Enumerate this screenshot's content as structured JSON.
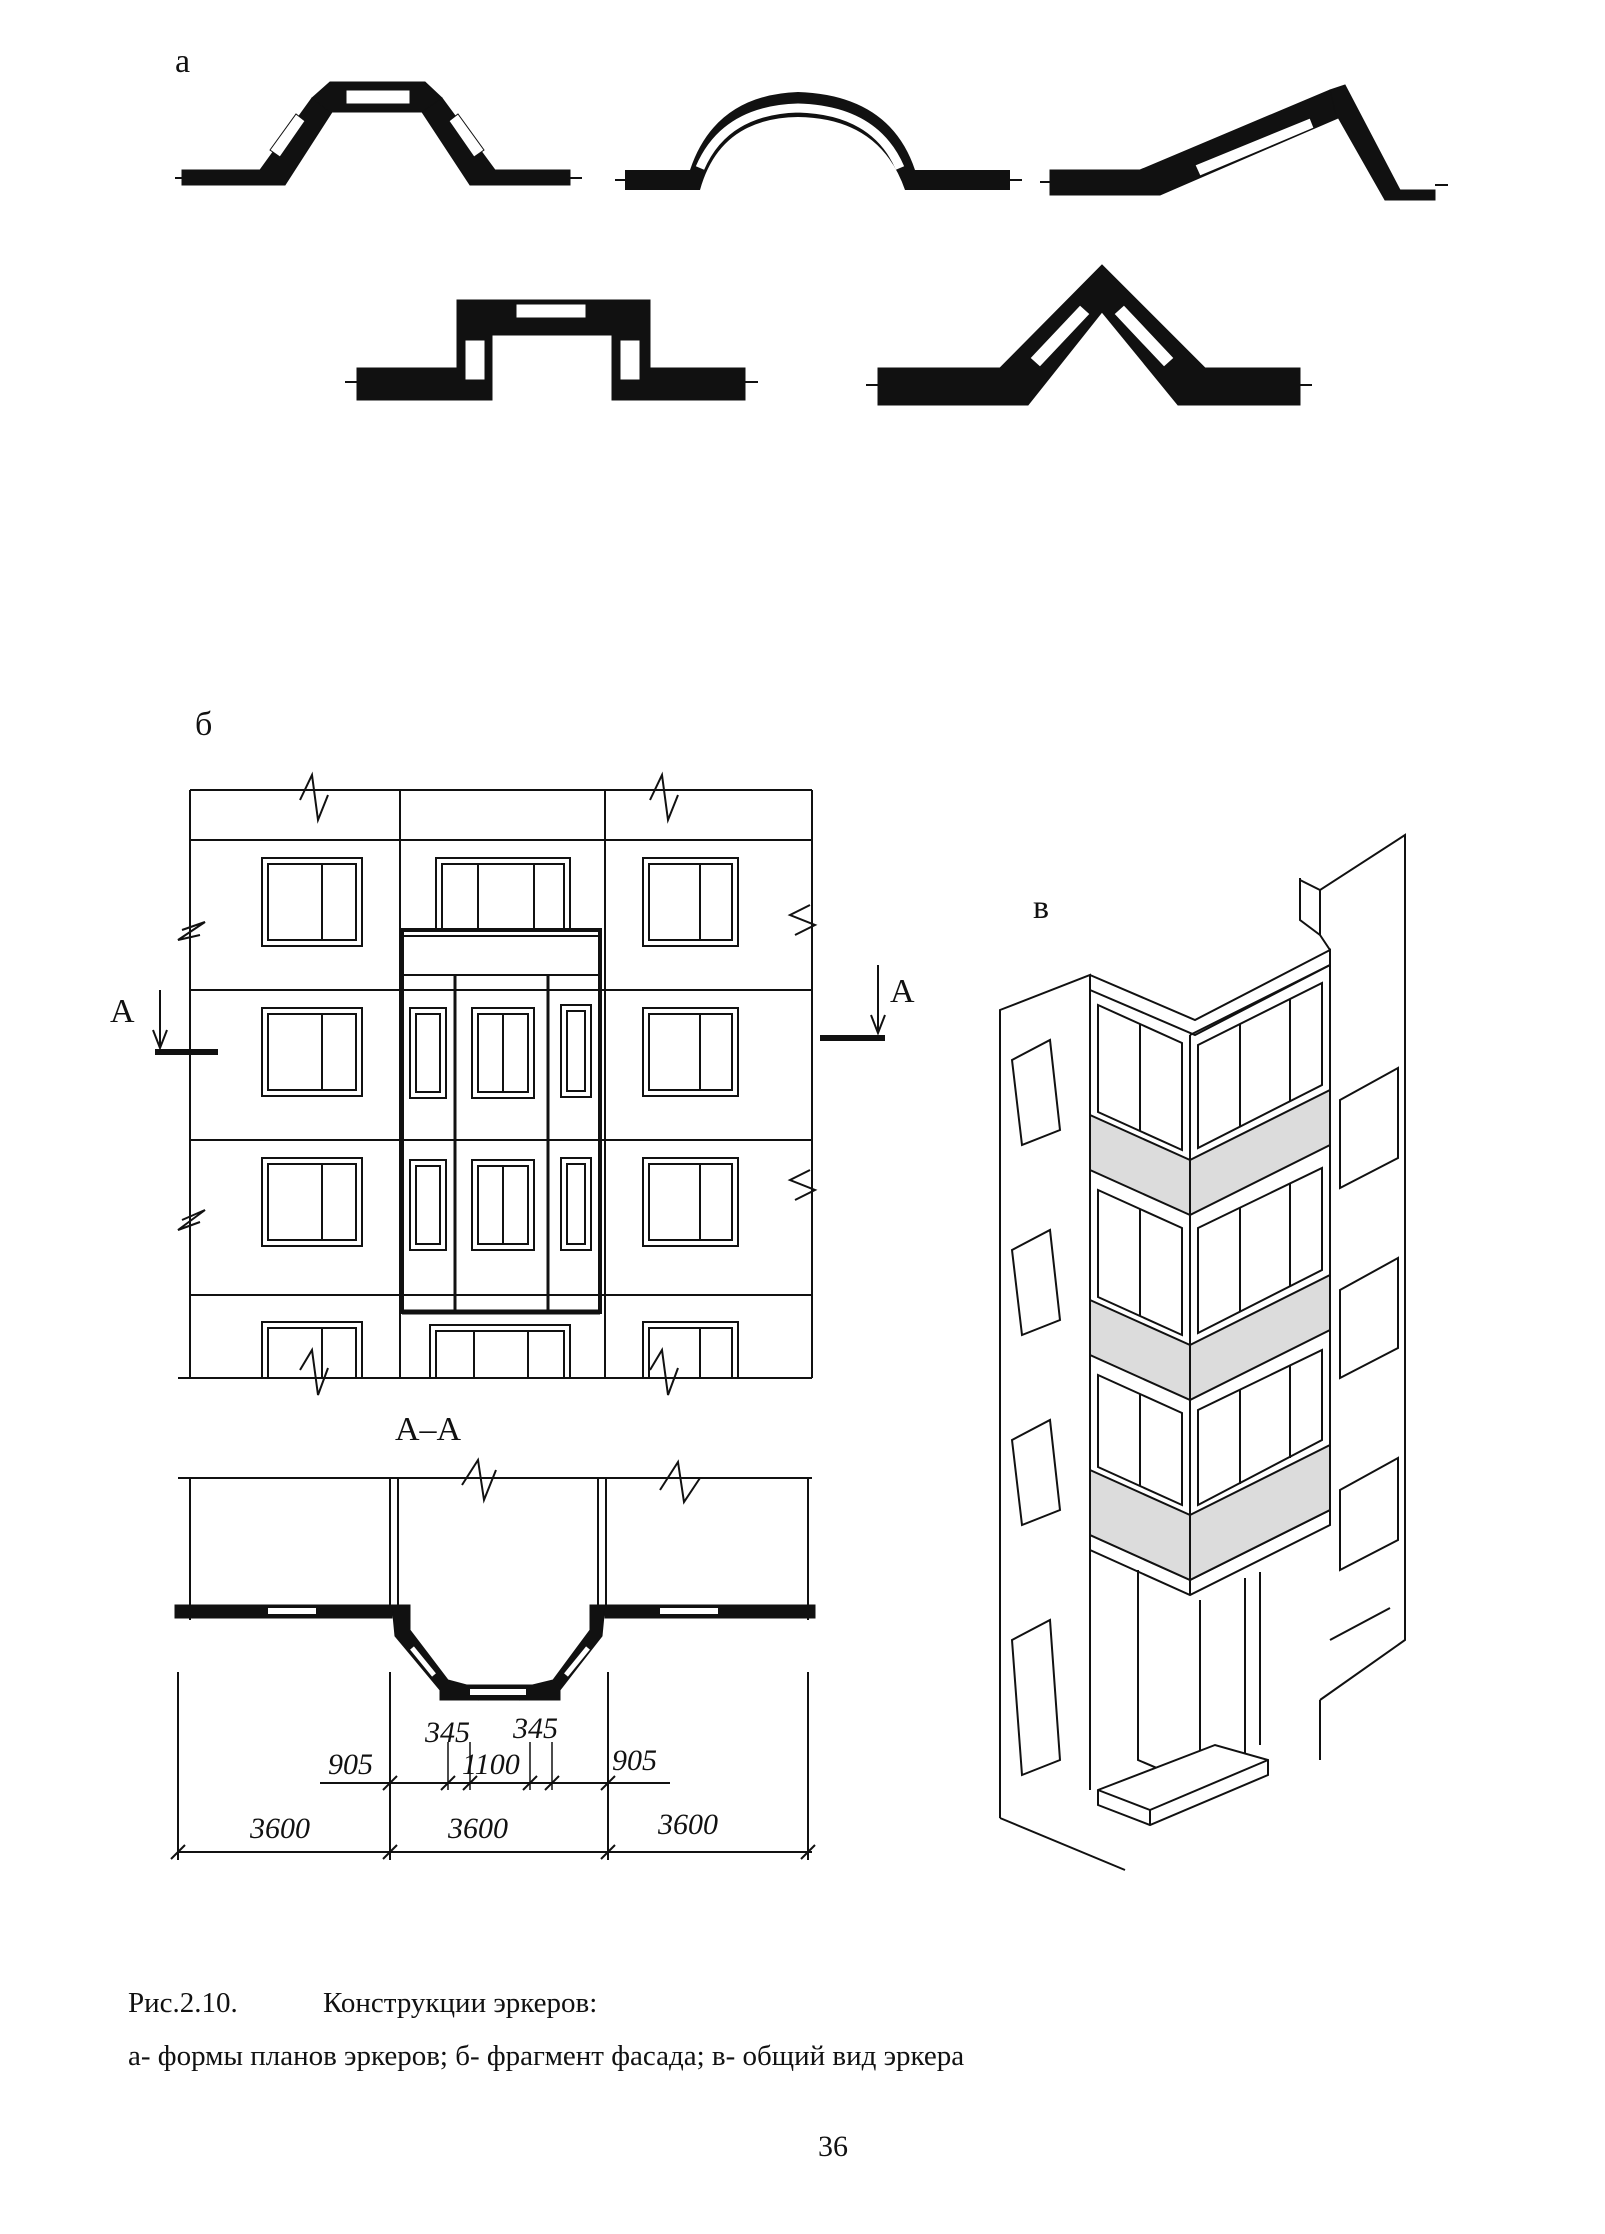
{
  "labels": {
    "part_a": "а",
    "part_b": "б",
    "part_v": "в",
    "section_mark_left": "А",
    "section_mark_right": "А",
    "section_title": "А–А"
  },
  "dimensions": {
    "d_905_left": "905",
    "d_345_left": "345",
    "d_1100": "1100",
    "d_345_right": "345",
    "d_905_right": "905",
    "d_3600_1": "3600",
    "d_3600_2": "3600",
    "d_3600_3": "3600"
  },
  "caption": {
    "figure_number": "Рис.2.10.",
    "title": "Конструкции эркеров:",
    "legend": "а- формы планов эркеров; б- фрагмент фасада; в- общий вид эркера"
  },
  "page_number": "36"
}
